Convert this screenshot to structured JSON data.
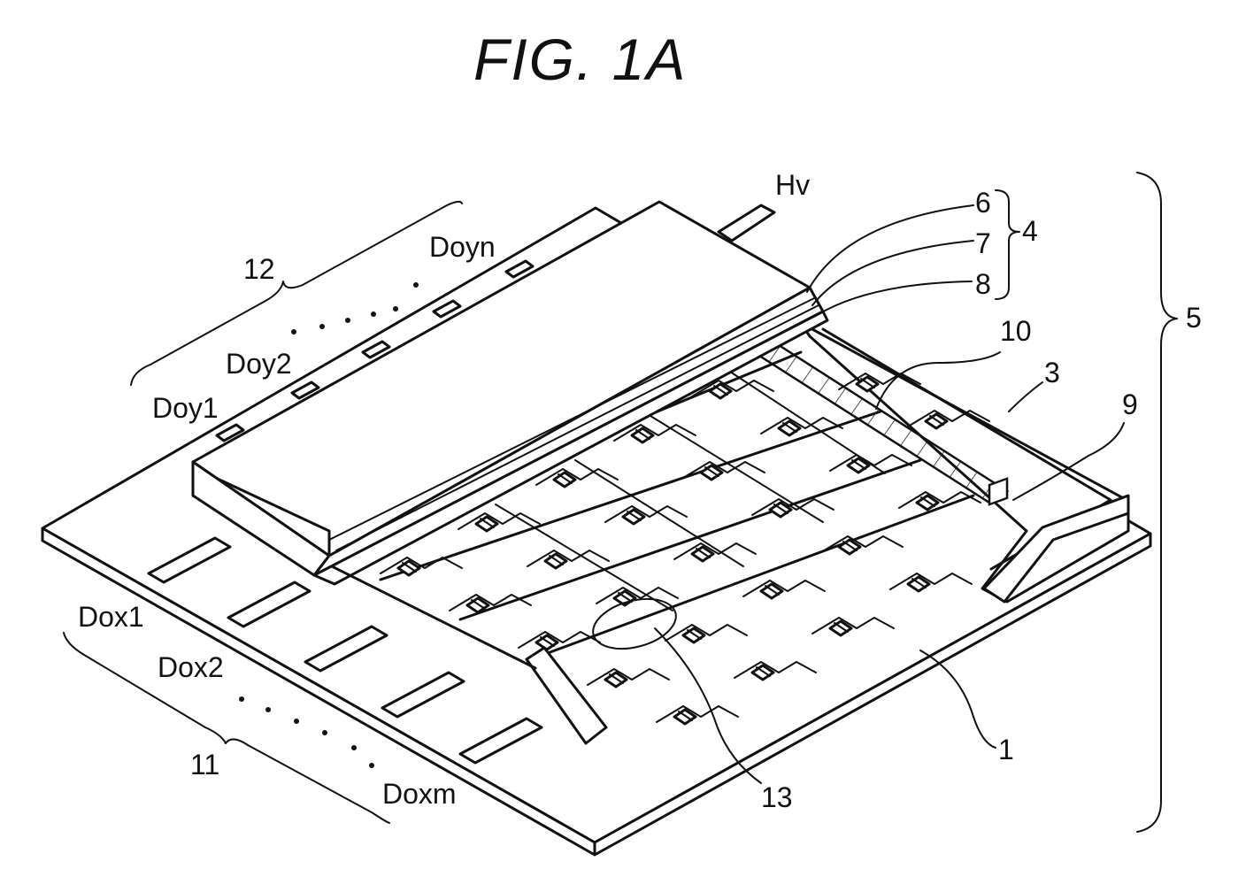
{
  "title": "FIG.  1A",
  "labels": {
    "hv": "Hv",
    "l6": "6",
    "l7": "7",
    "l8": "8",
    "l4": "4",
    "l5": "5",
    "l10": "10",
    "l3": "3",
    "l9": "9",
    "l1": "1",
    "l13": "13",
    "l11": "11",
    "l12": "12",
    "doyn": "Doyn",
    "doy2": "Doy2",
    "doy1": "Doy1",
    "dox1": "Dox1",
    "dox2": "Dox2",
    "doxm": "Doxm"
  }
}
